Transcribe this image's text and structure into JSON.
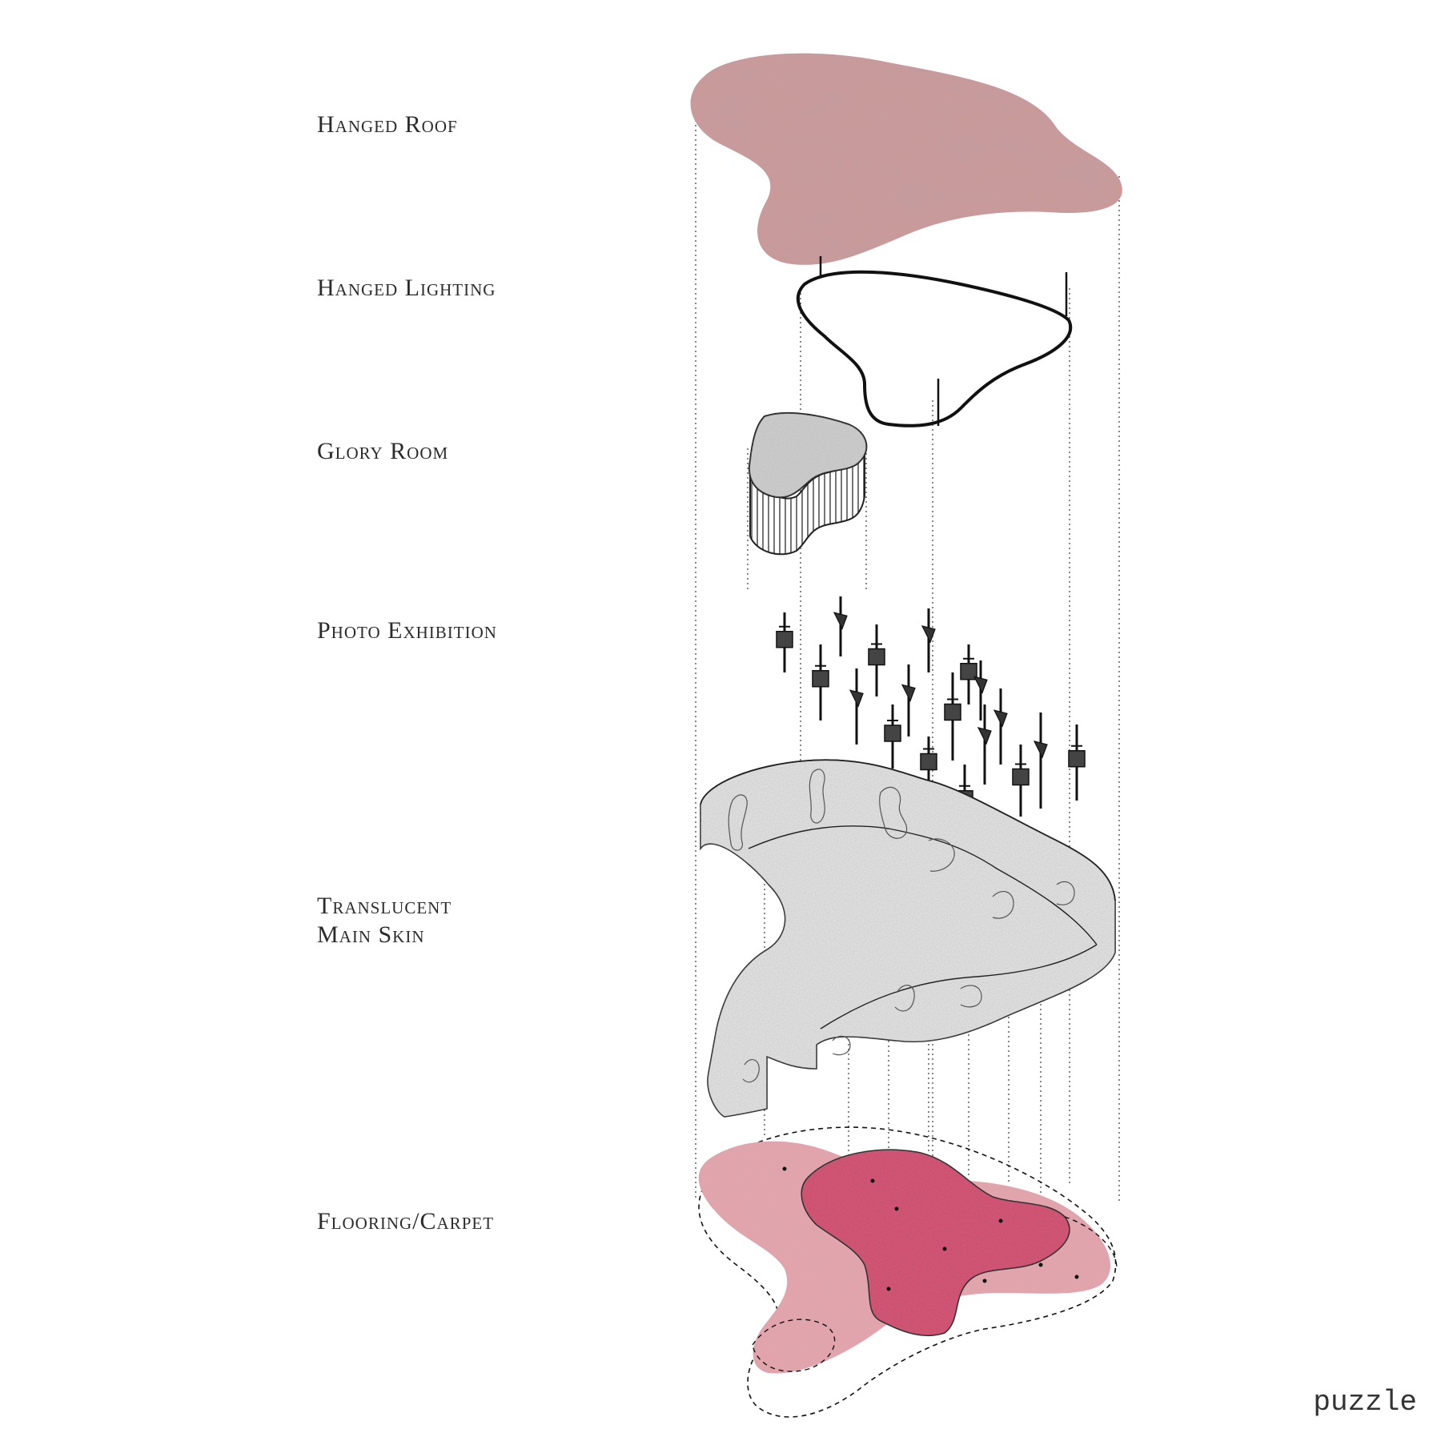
{
  "layers": [
    {
      "label": "Hanged Roof"
    },
    {
      "label": "Hanged Lighting"
    },
    {
      "label": "Glory Room"
    },
    {
      "label": "Photo Exhibition"
    },
    {
      "label": "Translucent\nMain Skin"
    },
    {
      "label": "Flooring/Carpet"
    }
  ],
  "brand": "puzzle",
  "colors": {
    "roof": "#c99a9a",
    "roof_dark": "#9c6a6c",
    "carpet_light": "#e9a2ab",
    "carpet_dark": "#d2466a",
    "skin": "#e2e2e2",
    "line": "#1d1d1d"
  }
}
